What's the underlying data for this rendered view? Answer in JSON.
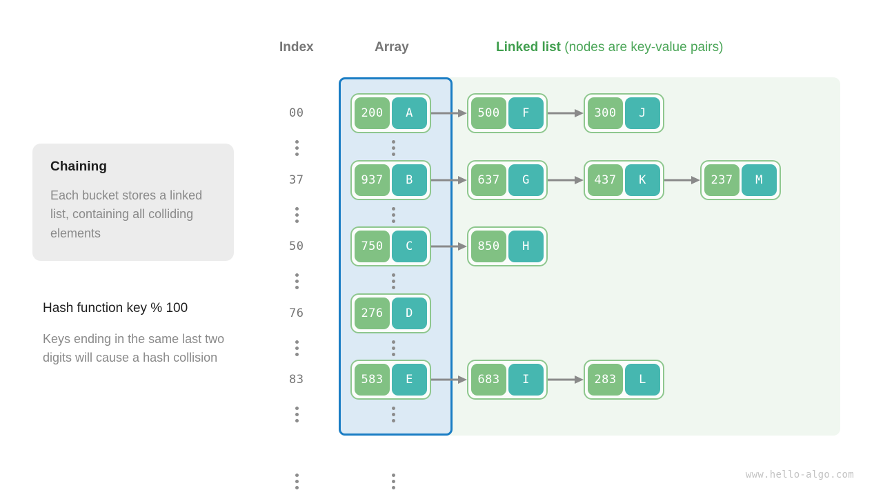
{
  "headers": {
    "index": "Index",
    "array": "Array",
    "linked_list_strong": "Linked list",
    "linked_list_rest": " (nodes are key-value pairs)"
  },
  "left_panel": {
    "card_title": "Chaining",
    "card_body": "Each bucket stores a linked list, containing all colliding elements",
    "hash_title": "Hash function key % 100",
    "hash_body": "Keys ending in the same last two digits will cause a hash collision"
  },
  "colors": {
    "array_panel_bg": "#dceaf5",
    "array_panel_border": "#1a7dc4",
    "list_panel_bg": "#f0f7f0",
    "node_border": "#8ec78e",
    "key_box": "#81c183",
    "value_box": "#46b7b0",
    "arrow": "#8a8a8a",
    "accent_green": "#409e4e",
    "index_text": "#767676",
    "muted_text": "#8a8a8a"
  },
  "buckets": [
    {
      "index": "00",
      "nodes": [
        {
          "key": "200",
          "value": "A"
        },
        {
          "key": "500",
          "value": "F"
        },
        {
          "key": "300",
          "value": "J"
        }
      ]
    },
    {
      "index": "37",
      "nodes": [
        {
          "key": "937",
          "value": "B"
        },
        {
          "key": "637",
          "value": "G"
        },
        {
          "key": "437",
          "value": "K"
        },
        {
          "key": "237",
          "value": "M"
        }
      ]
    },
    {
      "index": "50",
      "nodes": [
        {
          "key": "750",
          "value": "C"
        },
        {
          "key": "850",
          "value": "H"
        }
      ]
    },
    {
      "index": "76",
      "nodes": [
        {
          "key": "276",
          "value": "D"
        }
      ]
    },
    {
      "index": "83",
      "nodes": [
        {
          "key": "583",
          "value": "E"
        },
        {
          "key": "683",
          "value": "I"
        },
        {
          "key": "283",
          "value": "L"
        }
      ]
    }
  ],
  "ellipsis_rows": 6,
  "footer": "www.hello-algo.com"
}
